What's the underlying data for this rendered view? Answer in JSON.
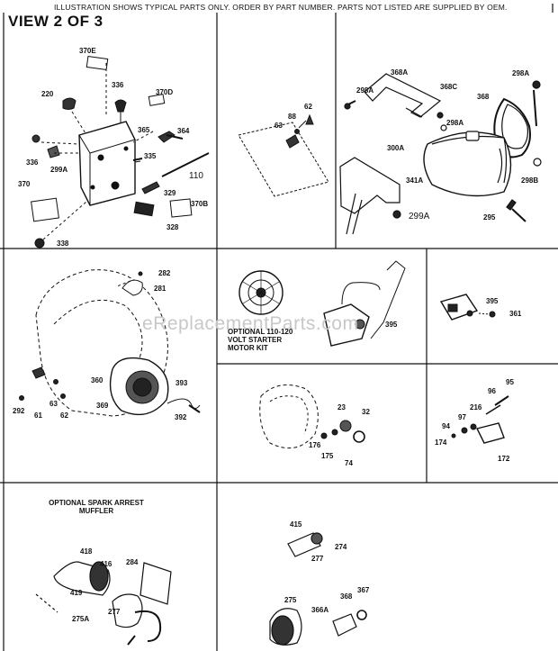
{
  "header": {
    "note": "ILLUSTRATION SHOWS TYPICAL PARTS ONLY.  ORDER BY PART NUMBER.  PARTS NOT LISTED ARE SUPPLIED BY OEM.",
    "view_title": "VIEW 2 OF 3"
  },
  "watermark": "eReplacementParts.com",
  "panels": {
    "control_box": {
      "labels": [
        "370E",
        "220",
        "336",
        "370D",
        "365",
        "364",
        "336",
        "299A",
        "335",
        "110",
        "370",
        "329",
        "370B",
        "328",
        "338"
      ]
    },
    "bracket": {
      "labels": [
        "63",
        "88",
        "62"
      ]
    },
    "fuel_tank": {
      "labels": [
        "368A",
        "298A",
        "368C",
        "368",
        "298A",
        "298A",
        "300A",
        "341A",
        "299A",
        "298B",
        "295"
      ]
    },
    "blower_housing": {
      "labels": [
        "282",
        "281",
        "360",
        "393",
        "369",
        "392",
        "292",
        "61",
        "63",
        "62"
      ]
    },
    "starter_kit": {
      "caption_line1": "OPTIONAL 110-120",
      "caption_line2": "VOLT STARTER",
      "caption_line3": "MOTOR KIT",
      "labels": [
        "395"
      ]
    },
    "switch": {
      "labels": [
        "395",
        "361"
      ]
    },
    "flywheel_parts": {
      "labels": [
        "23",
        "32",
        "176",
        "175",
        "74"
      ]
    },
    "linkage": {
      "labels": [
        "95",
        "96",
        "216",
        "97",
        "94",
        "174",
        "172"
      ]
    },
    "muffler": {
      "caption_line1": "OPTIONAL SPARK ARREST",
      "caption_line2": "MUFFLER",
      "labels": [
        "418",
        "416",
        "284",
        "419",
        "275A",
        "277"
      ]
    },
    "exhaust": {
      "labels": [
        "415",
        "274",
        "277",
        "275",
        "368",
        "367",
        "366A"
      ]
    }
  }
}
